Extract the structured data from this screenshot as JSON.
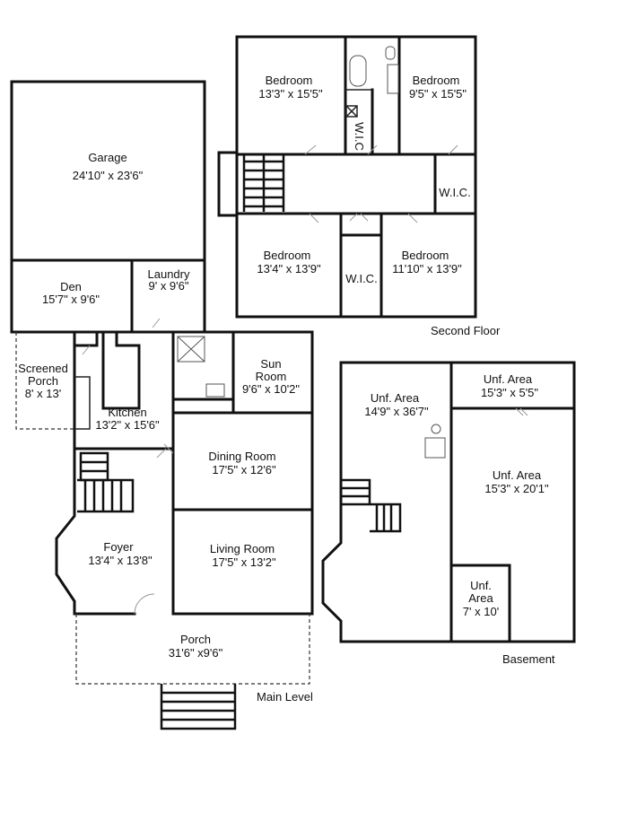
{
  "levels": {
    "second_floor": "Second Floor",
    "main_level": "Main Level",
    "basement": "Basement"
  },
  "second_floor": {
    "bedroom_nw": {
      "name": "Bedroom",
      "size": "13'3\" x 15'5\""
    },
    "bedroom_ne": {
      "name": "Bedroom",
      "size": "9'5\" x 15'5\""
    },
    "wic_vertical": "W.I.C",
    "wic_east": "W.I.C.",
    "bedroom_sw": {
      "name": "Bedroom",
      "size": "13'4\" x 13'9\""
    },
    "wic_middle": "W.I.C.",
    "bedroom_se": {
      "name": "Bedroom",
      "size": "11'10\" x 13'9\""
    }
  },
  "main_level": {
    "garage": {
      "name": "Garage",
      "size": "24'10\" x 23'6\""
    },
    "den": {
      "name": "Den",
      "size": "15'7\" x 9'6\""
    },
    "laundry": {
      "name": "Laundry",
      "size": "9' x 9'6\""
    },
    "screened_porch": {
      "name_line1": "Screened",
      "name_line2": "Porch",
      "size": "8' x 13'"
    },
    "kitchen": {
      "name": "Kitchen",
      "size": "13'2\" x 15'6\""
    },
    "sun_room": {
      "name_line1": "Sun",
      "name_line2": "Room",
      "size": "9'6\" x 10'2\""
    },
    "dining_room": {
      "name": "Dining Room",
      "size": "17'5\" x 12'6\""
    },
    "foyer": {
      "name": "Foyer",
      "size": "13'4\" x 13'8\""
    },
    "living_room": {
      "name": "Living Room",
      "size": "17'5\" x 13'2\""
    },
    "porch": {
      "name": "Porch",
      "size": "31'6\" x9'6\""
    }
  },
  "basement": {
    "unf_main": {
      "name": "Unf. Area",
      "size": "14'9\" x 36'7\""
    },
    "unf_top": {
      "name": "Unf. Area",
      "size": "15'3\" x 5'5\""
    },
    "unf_mid": {
      "name": "Unf. Area",
      "size": "15'3\" x 20'1\""
    },
    "unf_small": {
      "name_line1": "Unf.",
      "name_line2": "Area",
      "size": "7' x 10'"
    }
  }
}
